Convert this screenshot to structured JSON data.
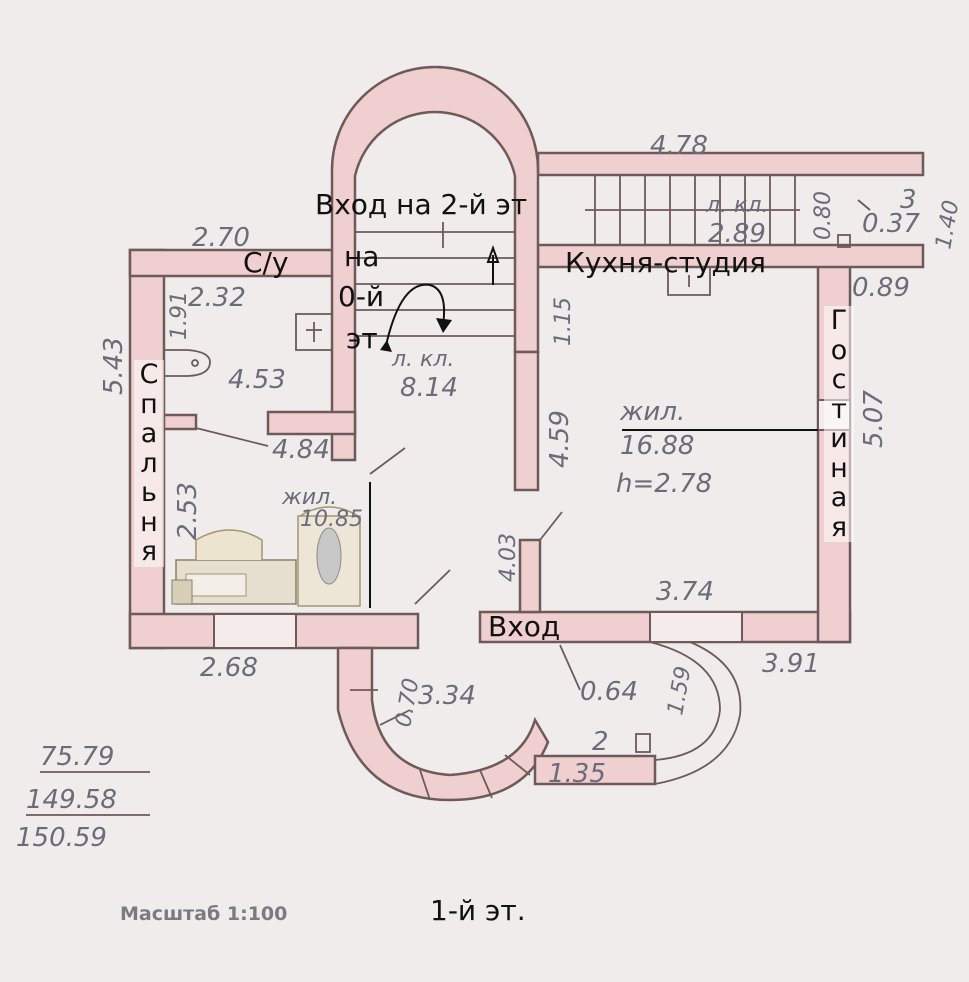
{
  "floor_label": "1-й эт.",
  "scale_label": "Масштаб 1:100",
  "labels": {
    "entrance_2nd": "Вход на 2-й эт",
    "wc": "С/у",
    "to_0_floor_line1": "на",
    "to_0_floor_line2": "0-й",
    "to_0_floor_line3": "эт",
    "kitchen": "Кухня-студия",
    "entrance": "Вход",
    "bedroom": "Спальня",
    "living": "Гостиная"
  },
  "handwritten": {
    "d_478": "4.78",
    "d_270": "2.70",
    "d_232": "2.32",
    "d_453": "4.53",
    "d_484": "4.84",
    "d_543": "5.43",
    "d_191": "1.91",
    "d_253": "2.53",
    "d_268": "2.68",
    "d_lkl": "л. кл.",
    "d_814": "8.14",
    "d_115": "1.15",
    "d_459": "4.59",
    "d_zhil_big": "жил.",
    "d_1688": "16.88",
    "d_h278": "h=2.78",
    "d_507": "5.07",
    "d_089": "0.89",
    "d_140": "1.40",
    "d_037": "0.37",
    "d_080": "0.80",
    "d_3": "3",
    "d_289": "2.89",
    "d_kl_top": "л. кл.",
    "d_403": "4.03",
    "d_374": "3.74",
    "d_391": "3.91",
    "d_064": "0.64",
    "d_159": "1.59",
    "d_334": "3.34",
    "d_070": "0.70",
    "d_2": "2",
    "d_135": "1.35",
    "d_zhil_small": "жил.",
    "d_1085": "10.85",
    "sum1": "75.79",
    "sum2": "149.58",
    "sum3": "150.59"
  }
}
